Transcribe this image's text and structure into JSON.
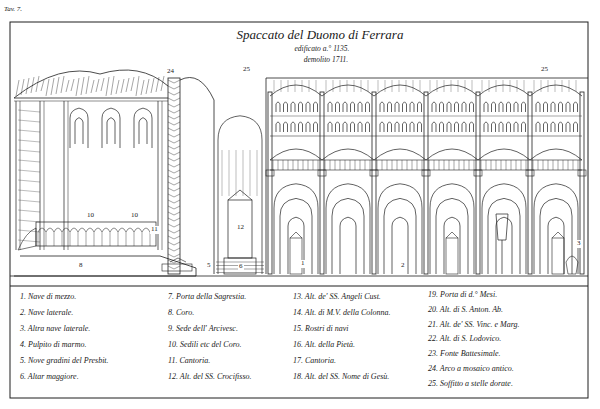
{
  "diagram": {
    "title": "Spaccato del Duomo di Ferrara",
    "labels": [
      "Tav. 7.",
      "edificato a.° 1135.",
      "demolito 1711.",
      "1. Nave di mezzo.",
      "2. Nave laterale.",
      "3. Altra nave laterale.",
      "4. Pulpito di marmo.",
      "5. Nove gradini del Presbit.",
      "6. Altar maggiore.",
      "7. Porta della Sagrestia.",
      "8. Coro.",
      "9. Sede dell' Arcivesc.",
      "10. Sedili etc del Coro.",
      "11. Cantoria.",
      "12. Alt. del SS. Crocifisso.",
      "13. Alt. de' SS. Angeli Cust.",
      "14. Alt. di M.V. della Colonna.",
      "15. Rostri di navi",
      "16. Alt. della Pietà.",
      "17. Cantoria.",
      "18. Alt. del SS. Nome di Gesù.",
      "19. Porta di d.° Mesi.",
      "20. Alt. di S. Anton. Ab.",
      "21. Alt. de' SS. Vinc. e Marg.",
      "22. Alt. di S. Lodovico.",
      "23. Fonte Battesimale.",
      "24. Arco a mosaico antico.",
      "25. Soffitto a stelle dorate.",
      "24",
      "25",
      "25",
      "8",
      "10",
      "10",
      "11",
      "12",
      "6",
      "5",
      "1",
      "2",
      "3"
    ]
  }
}
